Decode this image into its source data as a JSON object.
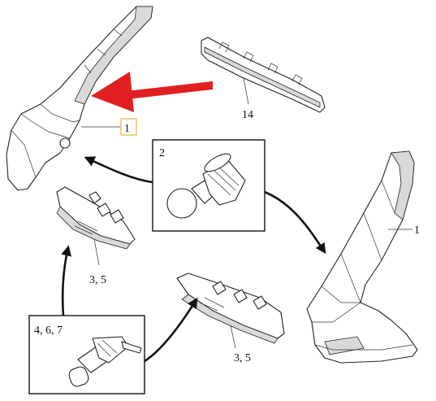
{
  "diagram": {
    "callouts": {
      "tail_lamp_left": "1",
      "bulb_box": "2",
      "brake_light_strip": "14",
      "bulb_holder_upper": "3, 5",
      "bulb_holder_lower": "3, 5",
      "tail_lamp_right": "1",
      "socket_box": "4, 6, 7"
    },
    "colors": {
      "indicator_arrow": "#e02020",
      "highlight_box": "#f0b040",
      "linework": "#222222",
      "background": "#ffffff"
    }
  }
}
